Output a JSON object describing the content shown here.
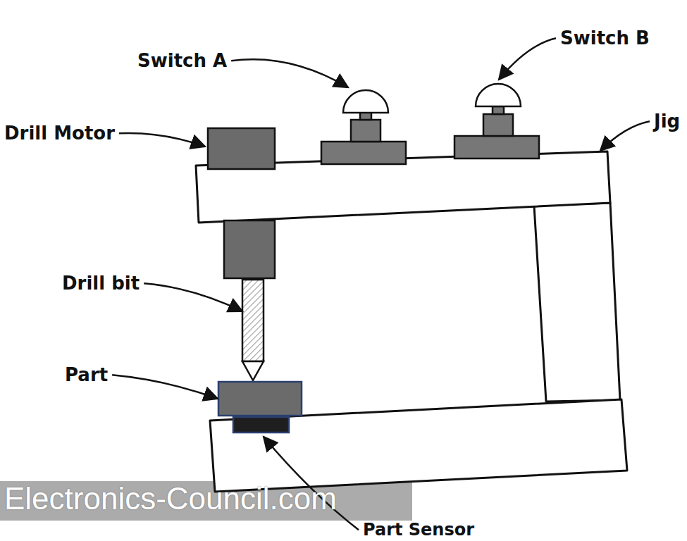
{
  "diagram": {
    "labels": [
      "Switch A",
      "Switch B",
      "Drill Motor",
      "Jig",
      "Drill bit",
      "Part",
      "Part Sensor",
      "Electronics-Council.com"
    ]
  }
}
